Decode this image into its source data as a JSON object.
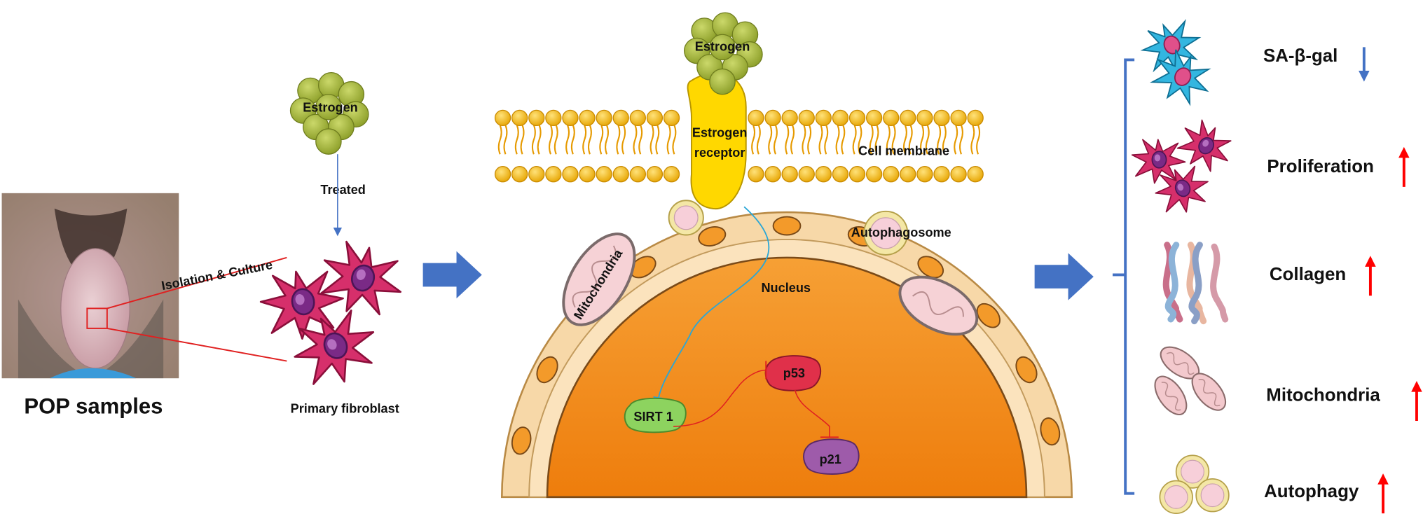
{
  "left_panel": {
    "photo_caption": "POP samples",
    "isolation_label": "Isolation & Culture",
    "estrogen_label": "Estrogen",
    "treated_label": "Treated",
    "fibroblast_label": "Primary fibroblast"
  },
  "middle_panel": {
    "estrogen_label": "Estrogen",
    "receptor_label_line1": "Estrogen",
    "receptor_label_line2": "receptor",
    "membrane_label": "Cell membrane",
    "mitochondria_label": "Mitochondria",
    "autophagosome_label": "Autophagosome",
    "nucleus_label": "Nucleus",
    "sirt1_label": "SIRT 1",
    "p53_label": "p53",
    "p21_label": "p21"
  },
  "outcomes": [
    {
      "label": "SA-β-gal",
      "direction": "down"
    },
    {
      "label": "Proliferation",
      "direction": "up"
    },
    {
      "label": "Collagen",
      "direction": "up"
    },
    {
      "label": "Mitochondria",
      "direction": "up"
    },
    {
      "label": "Autophagy",
      "direction": "up"
    }
  ],
  "colors": {
    "arrow_blue": "#4472C4",
    "up_arrow": "#FF0000",
    "down_arrow": "#4472C4",
    "estrogen": "#A8B83E",
    "receptor": "#FFD800",
    "lipid_head": "#F5B800",
    "nucleus": "#F28E1C",
    "sirt1": "#8DD35F",
    "p53": "#E0304A",
    "p21": "#9E5BAA",
    "fibroblast": "#D62F6B"
  }
}
